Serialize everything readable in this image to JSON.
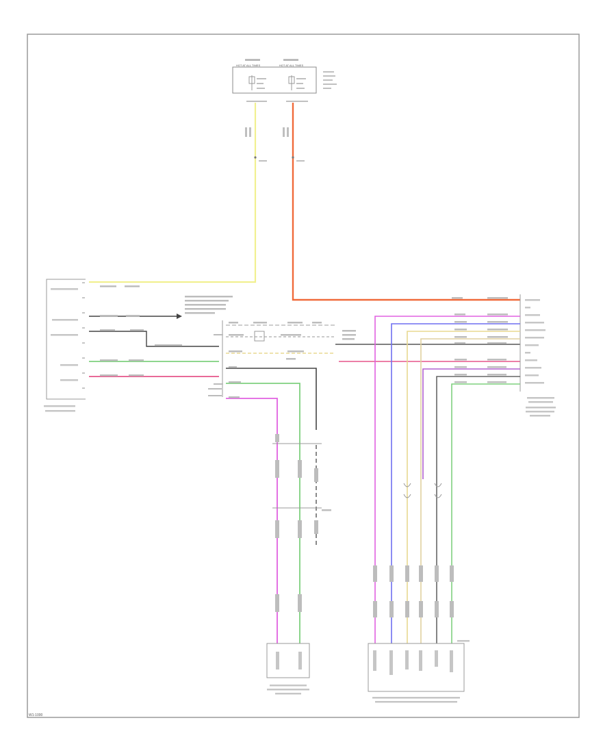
{
  "colors": {
    "yellow_wire": "#f1f090",
    "orange_wire": "#f06a3a",
    "black_wire": "#333333",
    "green_wire": "#7ed07e",
    "pink_wire": "#e5558a",
    "magenta_wire": "#e060e0",
    "blue_wire": "#6f6ff0",
    "purple_wire": "#b060d0",
    "tan_wire": "#e8d890",
    "gray_wire": "#9c9c9c",
    "frame": "#9a9a9a"
  },
  "fuse_box": {
    "left_fuse_header": "HOT AT ALL TIMES",
    "right_fuse_header": "HOT AT ALL TIMES"
  },
  "footer_id": "W1-1000"
}
